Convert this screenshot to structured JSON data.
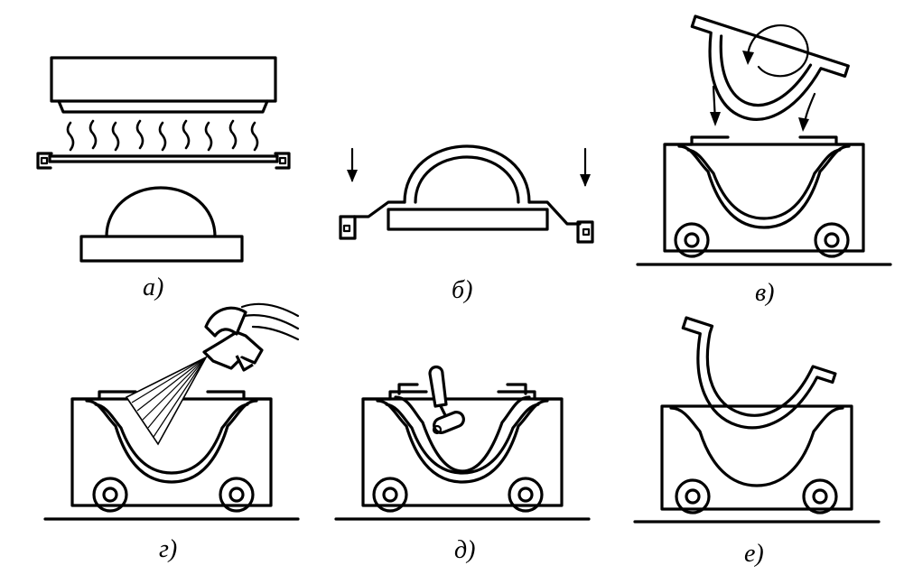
{
  "panels": [
    {
      "id": "a",
      "label": "а)"
    },
    {
      "id": "b",
      "label": "б)"
    },
    {
      "id": "v",
      "label": "в)"
    },
    {
      "id": "g",
      "label": "г)"
    },
    {
      "id": "d",
      "label": "д)"
    },
    {
      "id": "e",
      "label": "е)"
    }
  ],
  "colors": {
    "ink": "#000000",
    "paper": "#ffffff"
  },
  "icons": [
    "heater-icon",
    "vacuum-form-icon",
    "rotate-arrow-icon",
    "spray-gun-icon",
    "paint-roller-icon",
    "cart-wheel-icon"
  ]
}
